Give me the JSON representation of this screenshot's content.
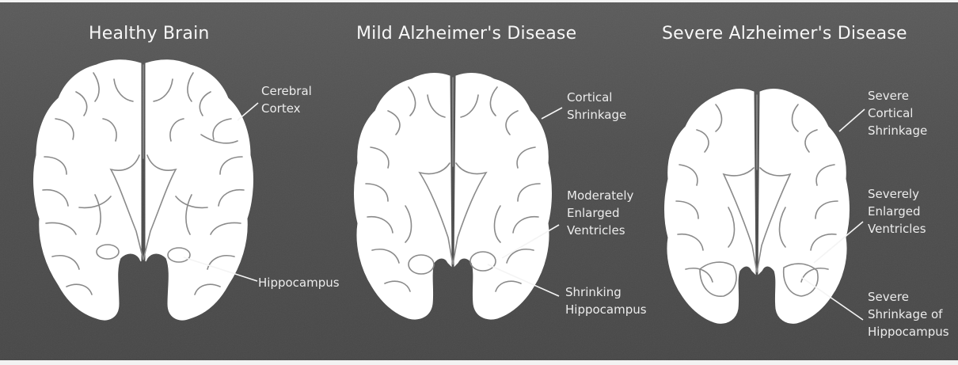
{
  "panels": [
    {
      "title": "Healthy Brain",
      "labels": [
        {
          "lines": [
            "Cerebral",
            "Cortex"
          ]
        },
        {
          "lines": [
            "Hippocampus"
          ]
        }
      ]
    },
    {
      "title": "Mild Alzheimer's Disease",
      "labels": [
        {
          "lines": [
            "Cortical",
            "Shrinkage"
          ]
        },
        {
          "lines": [
            "Moderately",
            "Enlarged",
            "Ventricles"
          ]
        },
        {
          "lines": [
            "Shrinking",
            "Hippocampus"
          ]
        }
      ]
    },
    {
      "title": "Severe Alzheimer's Disease",
      "labels": [
        {
          "lines": [
            "Severe",
            "Cortical",
            "Shrinkage"
          ]
        },
        {
          "lines": [
            "Severely",
            "Enlarged",
            "Ventricles"
          ]
        },
        {
          "lines": [
            "Severe",
            "Shrinkage of",
            "Hippocampus"
          ]
        }
      ]
    }
  ],
  "colors": {
    "background": "#4f4f4f",
    "tissue": "#ffffff",
    "outline": "#6a6a6a",
    "text": "#f2f2f2"
  }
}
